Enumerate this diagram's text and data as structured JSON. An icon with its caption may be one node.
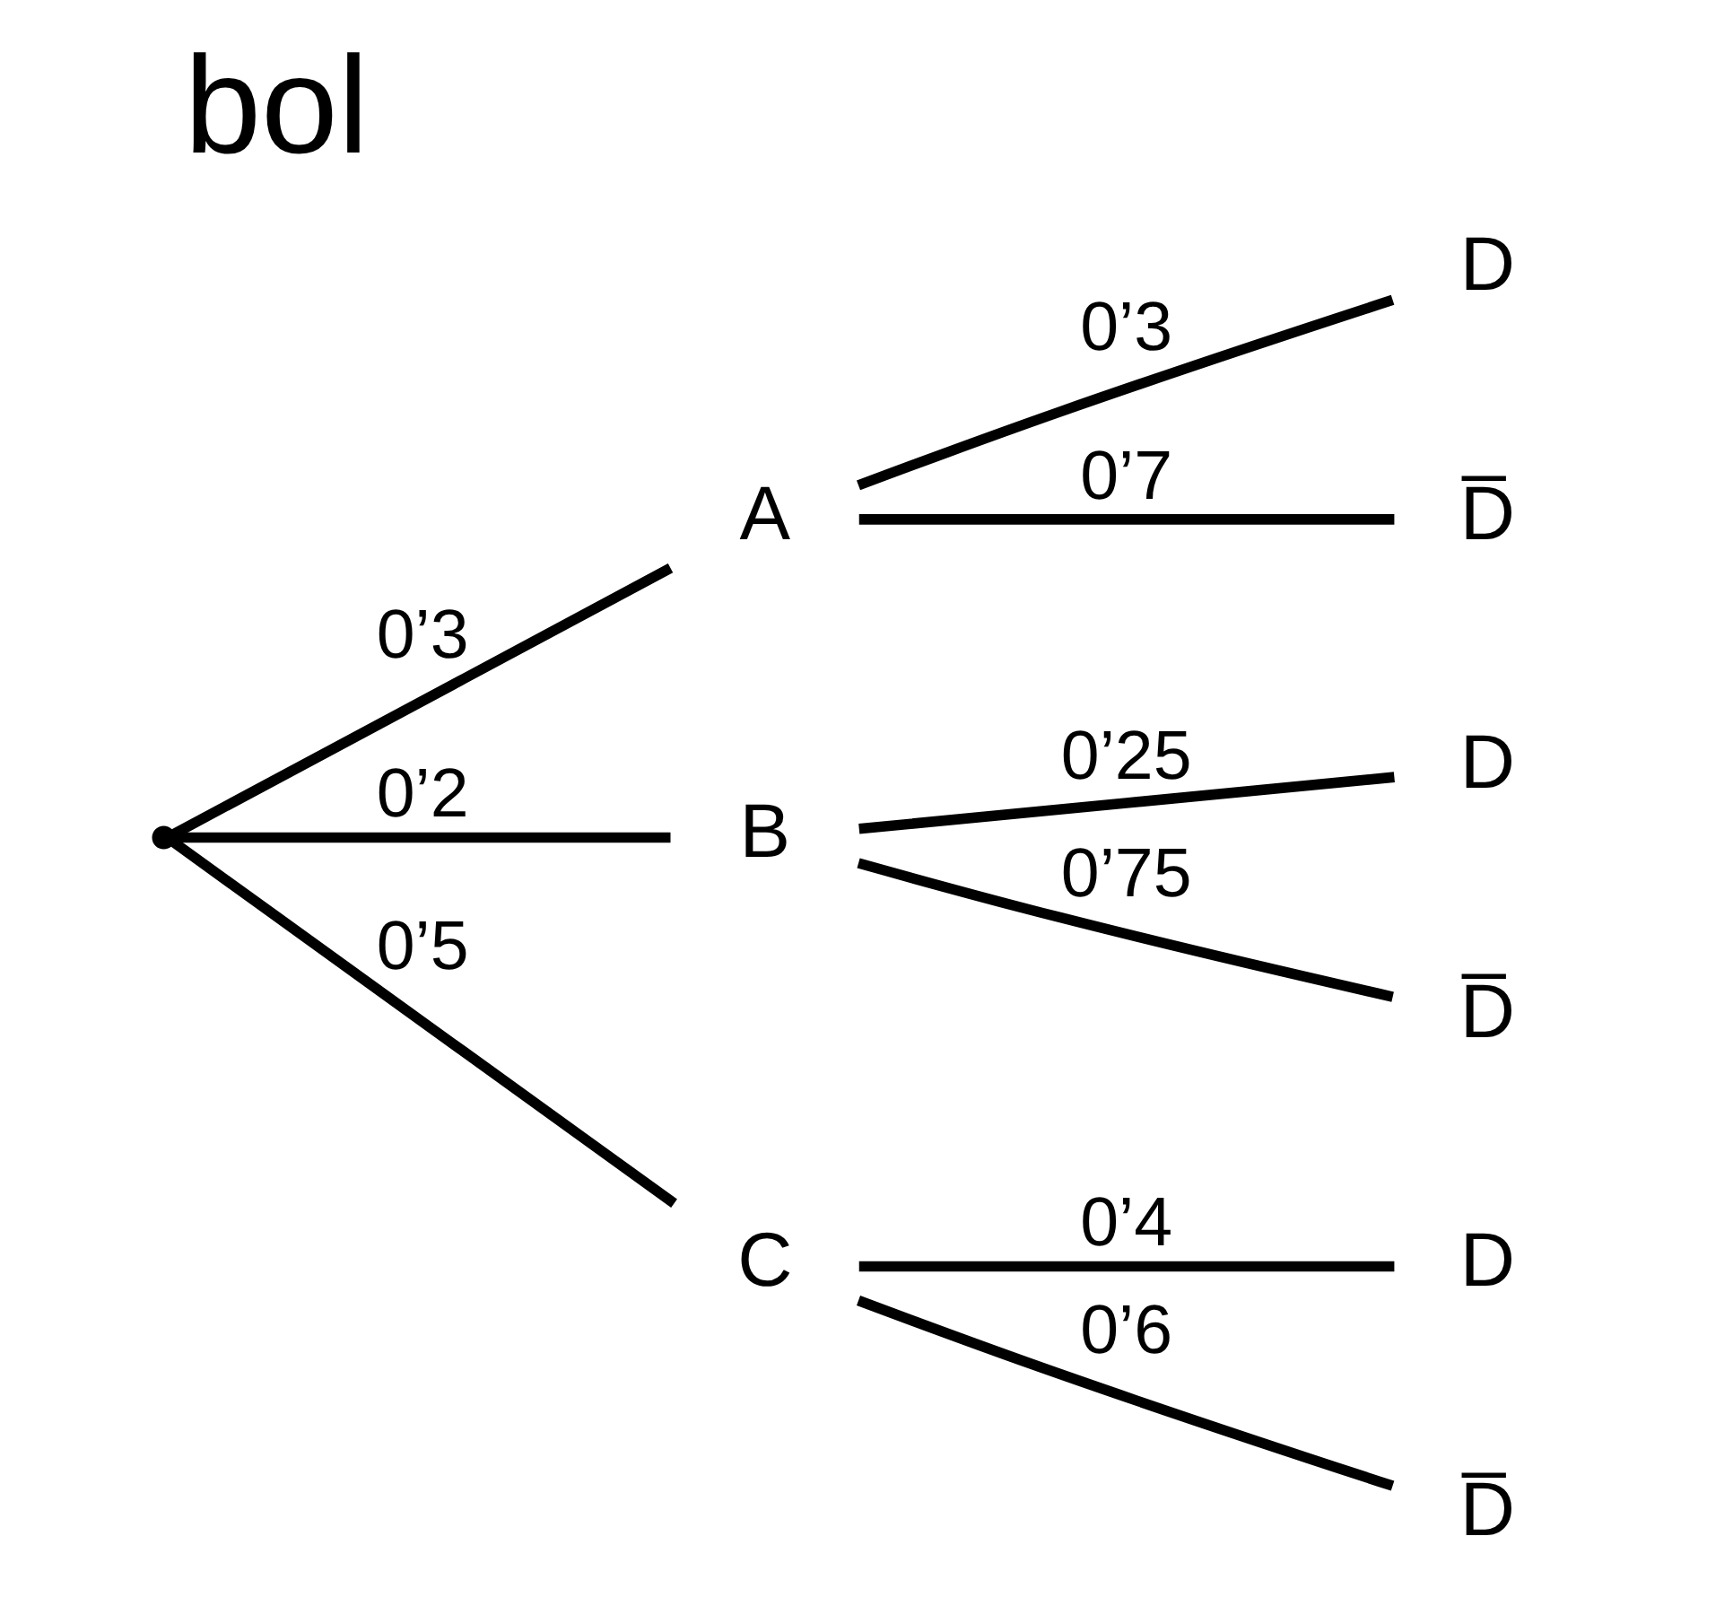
{
  "diagram": {
    "title": "bol",
    "nodes": [
      {
        "text": [],
        "shape": "point"
      },
      {
        "text": [
          "A"
        ]
      },
      {
        "text": [
          "D"
        ]
      },
      {
        "text": [
          "D̅"
        ]
      },
      {
        "text": [
          "B"
        ]
      },
      {
        "text": [
          "D"
        ]
      },
      {
        "text": [
          "D̅"
        ]
      },
      {
        "text": [
          "C"
        ]
      },
      {
        "text": [
          "D"
        ]
      },
      {
        "text": [
          "D̅"
        ]
      }
    ],
    "edges": [
      {
        "from": 0,
        "to": 1,
        "arrow": "none",
        "label": "0’3"
      },
      {
        "from": 0,
        "to": 4,
        "arrow": "none",
        "label": "0’2"
      },
      {
        "from": 0,
        "to": 7,
        "arrow": "none",
        "label": "0’5"
      },
      {
        "from": 1,
        "to": 2,
        "arrow": "none",
        "label": "0’3"
      },
      {
        "from": 1,
        "to": 3,
        "arrow": "none",
        "label": "0’7"
      },
      {
        "from": 4,
        "to": 5,
        "arrow": "none",
        "label": "0’25"
      },
      {
        "from": 4,
        "to": 6,
        "arrow": "none",
        "label": "0’75"
      },
      {
        "from": 7,
        "to": 8,
        "arrow": "none",
        "label": "0’4"
      },
      {
        "from": 7,
        "to": 9,
        "arrow": "none",
        "label": "0’6"
      }
    ]
  }
}
